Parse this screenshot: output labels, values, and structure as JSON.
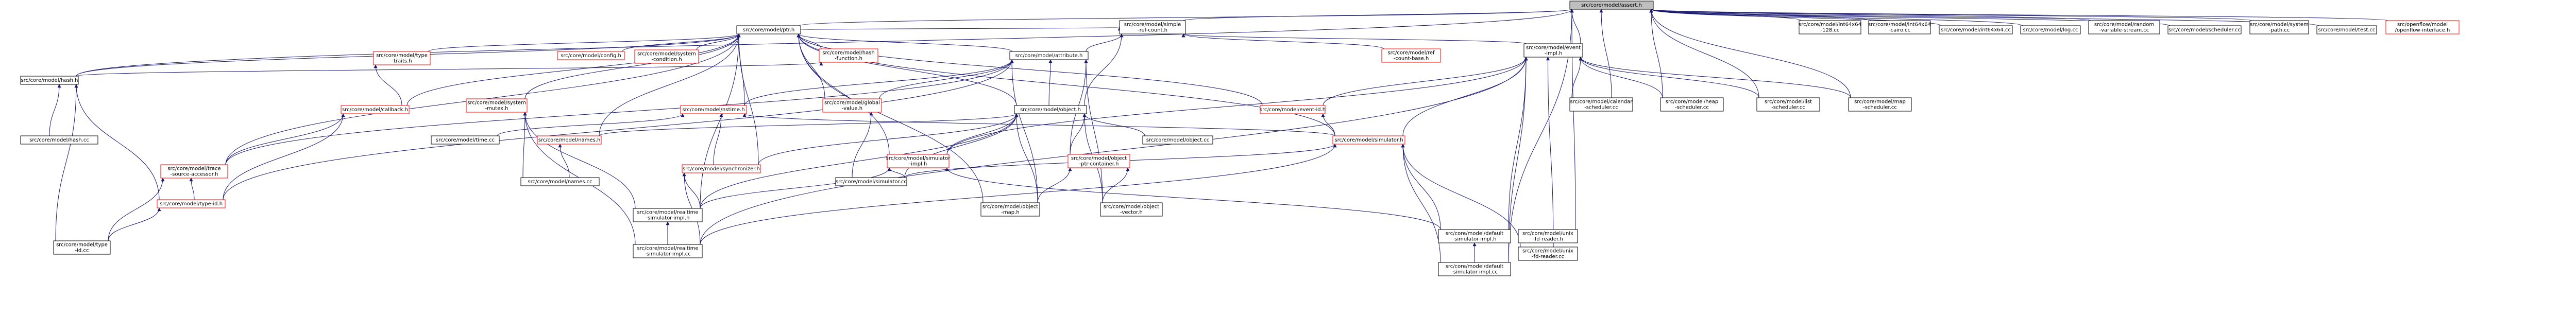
{
  "graph": {
    "nodes": [
      {
        "id": "n0",
        "lines": [
          "src/core/model/assert.h"
        ],
        "color": "root"
      },
      {
        "id": "n1",
        "lines": [
          "src/core/model/simple",
          "-ref-count.h"
        ],
        "color": "black"
      },
      {
        "id": "n2",
        "lines": [
          "src/core/model/ptr.h"
        ],
        "color": "black"
      },
      {
        "id": "n3",
        "lines": [
          "src/core/model/event",
          "-impl.h"
        ],
        "color": "black"
      },
      {
        "id": "n4",
        "lines": [
          "src/core/model/int64x64",
          "-128.cc"
        ],
        "color": "black"
      },
      {
        "id": "n5",
        "lines": [
          "src/core/model/int64x64",
          "-cairo.cc"
        ],
        "color": "black"
      },
      {
        "id": "n6",
        "lines": [
          "src/core/model/int64x64.cc"
        ],
        "color": "black"
      },
      {
        "id": "n7",
        "lines": [
          "src/core/model/log.cc"
        ],
        "color": "black"
      },
      {
        "id": "n8",
        "lines": [
          "src/core/model/random",
          "-variable-stream.cc"
        ],
        "color": "black"
      },
      {
        "id": "n9",
        "lines": [
          "src/core/model/scheduler.cc"
        ],
        "color": "black"
      },
      {
        "id": "n10",
        "lines": [
          "src/core/model/system",
          "-path.cc"
        ],
        "color": "black"
      },
      {
        "id": "n11",
        "lines": [
          "src/core/model/test.cc"
        ],
        "color": "black"
      },
      {
        "id": "n12",
        "lines": [
          "src/openflow/model",
          "/openflow-interface.h"
        ],
        "color": "red"
      },
      {
        "id": "n13",
        "lines": [
          "src/core/model/type",
          "-traits.h"
        ],
        "color": "red"
      },
      {
        "id": "n14",
        "lines": [
          "src/core/model/unix",
          "-fd-reader.h"
        ],
        "color": "black"
      },
      {
        "id": "n15",
        "lines": [
          "src/core/model/config.h"
        ],
        "color": "red"
      },
      {
        "id": "n16",
        "lines": [
          "src/core/model/system",
          "-condition.h"
        ],
        "color": "red"
      },
      {
        "id": "n17",
        "lines": [
          "src/core/model/hash",
          "-function.h"
        ],
        "color": "red"
      },
      {
        "id": "n18",
        "lines": [
          "src/core/model/attribute.h"
        ],
        "color": "black"
      },
      {
        "id": "n19",
        "lines": [
          "src/core/model/ref",
          "-count-base.h"
        ],
        "color": "red"
      },
      {
        "id": "n20",
        "lines": [
          "src/core/model/hash.h"
        ],
        "color": "black"
      },
      {
        "id": "n21",
        "lines": [
          "src/core/model/callback.h"
        ],
        "color": "red"
      },
      {
        "id": "n22",
        "lines": [
          "src/core/model/system",
          "-mutex.h"
        ],
        "color": "red"
      },
      {
        "id": "n23",
        "lines": [
          "src/core/model/nstime.h"
        ],
        "color": "red"
      },
      {
        "id": "n24",
        "lines": [
          "src/core/model/global",
          "-value.h"
        ],
        "color": "red"
      },
      {
        "id": "n25",
        "lines": [
          "src/core/model/object.h"
        ],
        "color": "black"
      },
      {
        "id": "n26",
        "lines": [
          "src/core/model/event-id.h"
        ],
        "color": "red"
      },
      {
        "id": "n27",
        "lines": [
          "src/core/model/calendar",
          "-scheduler.cc"
        ],
        "color": "black"
      },
      {
        "id": "n28",
        "lines": [
          "src/core/model/heap",
          "-scheduler.cc"
        ],
        "color": "black"
      },
      {
        "id": "n29",
        "lines": [
          "src/core/model/list",
          "-scheduler.cc"
        ],
        "color": "black"
      },
      {
        "id": "n30",
        "lines": [
          "src/core/model/map",
          "-scheduler.cc"
        ],
        "color": "black"
      },
      {
        "id": "n31",
        "lines": [
          "src/core/model/hash.cc"
        ],
        "color": "black"
      },
      {
        "id": "n32",
        "lines": [
          "src/core/model/trace",
          "-source-accessor.h"
        ],
        "color": "red"
      },
      {
        "id": "n33",
        "lines": [
          "src/core/model/type-id.h"
        ],
        "color": "red"
      },
      {
        "id": "n34",
        "lines": [
          "src/core/model/type",
          "-id.cc"
        ],
        "color": "black"
      },
      {
        "id": "n35",
        "lines": [
          "src/core/model/time.cc"
        ],
        "color": "black"
      },
      {
        "id": "n36",
        "lines": [
          "src/core/model/names.h"
        ],
        "color": "red"
      },
      {
        "id": "n37",
        "lines": [
          "src/core/model/names.cc"
        ],
        "color": "black"
      },
      {
        "id": "n38",
        "lines": [
          "src/core/model/synchronizer.h"
        ],
        "color": "red"
      },
      {
        "id": "n39",
        "lines": [
          "src/core/model/realtime",
          "-simulator-impl.h"
        ],
        "color": "black"
      },
      {
        "id": "n40",
        "lines": [
          "src/core/model/realtime",
          "-simulator-impl.cc"
        ],
        "color": "black"
      },
      {
        "id": "n41",
        "lines": [
          "src/core/model/simulator",
          "-impl.h"
        ],
        "color": "red"
      },
      {
        "id": "n42",
        "lines": [
          "src/core/model/simulator.cc"
        ],
        "color": "black"
      },
      {
        "id": "n43",
        "lines": [
          "src/core/model/object",
          "-map.h"
        ],
        "color": "black"
      },
      {
        "id": "n44",
        "lines": [
          "src/core/model/object",
          "-ptr-container.h"
        ],
        "color": "red"
      },
      {
        "id": "n45",
        "lines": [
          "src/core/model/object",
          "-vector.h"
        ],
        "color": "black"
      },
      {
        "id": "n46",
        "lines": [
          "src/core/model/object.cc"
        ],
        "color": "black"
      },
      {
        "id": "n47",
        "lines": [
          "src/core/model/simulator.h"
        ],
        "color": "red"
      },
      {
        "id": "n48",
        "lines": [
          "src/core/model/default",
          "-simulator-impl.h"
        ],
        "color": "black"
      },
      {
        "id": "n49",
        "lines": [
          "src/core/model/default",
          "-simulator-impl.cc"
        ],
        "color": "black"
      },
      {
        "id": "n50",
        "lines": [
          "src/core/model/unix",
          "-fd-reader.cc"
        ],
        "color": "black"
      }
    ],
    "edges": [
      [
        "n1",
        "n0"
      ],
      [
        "n2",
        "n0"
      ],
      [
        "n3",
        "n0"
      ],
      [
        "n4",
        "n0"
      ],
      [
        "n5",
        "n0"
      ],
      [
        "n6",
        "n0"
      ],
      [
        "n7",
        "n0"
      ],
      [
        "n8",
        "n0"
      ],
      [
        "n9",
        "n0"
      ],
      [
        "n10",
        "n0"
      ],
      [
        "n11",
        "n0"
      ],
      [
        "n12",
        "n0"
      ],
      [
        "n14",
        "n0"
      ],
      [
        "n20",
        "n0"
      ],
      [
        "n27",
        "n0"
      ],
      [
        "n28",
        "n0"
      ],
      [
        "n29",
        "n0"
      ],
      [
        "n30",
        "n0"
      ],
      [
        "n49",
        "n0"
      ],
      [
        "n2",
        "n1"
      ],
      [
        "n3",
        "n1"
      ],
      [
        "n18",
        "n1"
      ],
      [
        "n19",
        "n1"
      ],
      [
        "n25",
        "n1"
      ],
      [
        "n13",
        "n2"
      ],
      [
        "n15",
        "n2"
      ],
      [
        "n16",
        "n2"
      ],
      [
        "n17",
        "n2"
      ],
      [
        "n18",
        "n2"
      ],
      [
        "n21",
        "n2"
      ],
      [
        "n22",
        "n2"
      ],
      [
        "n23",
        "n2"
      ],
      [
        "n24",
        "n2"
      ],
      [
        "n25",
        "n2"
      ],
      [
        "n26",
        "n2"
      ],
      [
        "n36",
        "n2"
      ],
      [
        "n38",
        "n2"
      ],
      [
        "n41",
        "n2"
      ],
      [
        "n43",
        "n2"
      ],
      [
        "n47",
        "n2"
      ],
      [
        "n20",
        "n2"
      ],
      [
        "n32",
        "n2"
      ],
      [
        "n39",
        "n2"
      ],
      [
        "n26",
        "n3"
      ],
      [
        "n27",
        "n3"
      ],
      [
        "n28",
        "n3"
      ],
      [
        "n29",
        "n3"
      ],
      [
        "n30",
        "n3"
      ],
      [
        "n41",
        "n3"
      ],
      [
        "n47",
        "n3"
      ],
      [
        "n48",
        "n3"
      ],
      [
        "n40",
        "n3"
      ],
      [
        "n49",
        "n3"
      ],
      [
        "n50",
        "n3"
      ],
      [
        "n21",
        "n13"
      ],
      [
        "n20",
        "n17"
      ],
      [
        "n23",
        "n18"
      ],
      [
        "n24",
        "n18"
      ],
      [
        "n25",
        "n18"
      ],
      [
        "n32",
        "n18"
      ],
      [
        "n43",
        "n18"
      ],
      [
        "n44",
        "n18"
      ],
      [
        "n45",
        "n18"
      ],
      [
        "n33",
        "n18"
      ],
      [
        "n31",
        "n20"
      ],
      [
        "n34",
        "n20"
      ],
      [
        "n33",
        "n20"
      ],
      [
        "n32",
        "n21"
      ],
      [
        "n33",
        "n21"
      ],
      [
        "n37",
        "n22"
      ],
      [
        "n39",
        "n22"
      ],
      [
        "n40",
        "n22"
      ],
      [
        "n35",
        "n23"
      ],
      [
        "n47",
        "n23"
      ],
      [
        "n38",
        "n23"
      ],
      [
        "n42",
        "n24"
      ],
      [
        "n36",
        "n25"
      ],
      [
        "n41",
        "n25"
      ],
      [
        "n43",
        "n25"
      ],
      [
        "n44",
        "n25"
      ],
      [
        "n45",
        "n25"
      ],
      [
        "n46",
        "n25"
      ],
      [
        "n38",
        "n25"
      ],
      [
        "n39",
        "n25"
      ],
      [
        "n42",
        "n25"
      ],
      [
        "n47",
        "n26"
      ],
      [
        "n34",
        "n32"
      ],
      [
        "n33",
        "n32"
      ],
      [
        "n34",
        "n33"
      ],
      [
        "n37",
        "n36"
      ],
      [
        "n39",
        "n38"
      ],
      [
        "n40",
        "n38"
      ],
      [
        "n40",
        "n39"
      ],
      [
        "n39",
        "n41"
      ],
      [
        "n42",
        "n41"
      ],
      [
        "n48",
        "n41"
      ],
      [
        "n43",
        "n44"
      ],
      [
        "n45",
        "n44"
      ],
      [
        "n48",
        "n47"
      ],
      [
        "n42",
        "n47"
      ],
      [
        "n49",
        "n47"
      ],
      [
        "n40",
        "n47"
      ],
      [
        "n50",
        "n47"
      ],
      [
        "n49",
        "n48"
      ]
    ]
  }
}
